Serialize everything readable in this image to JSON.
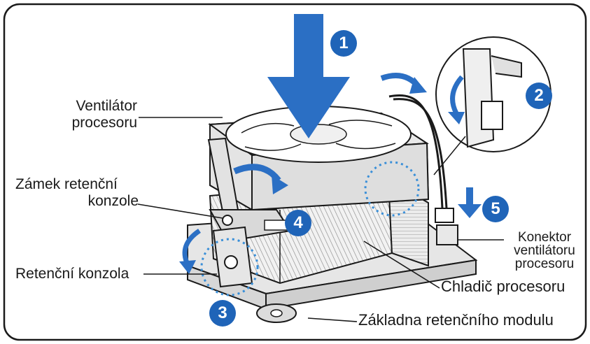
{
  "labels": {
    "cpu_fan": [
      "Ventilátor",
      "procesoru"
    ],
    "retention_lock": [
      "Zámek retenční",
      "konzole"
    ],
    "retention_bracket": "Retenční konzola",
    "fan_connector": [
      "Konektor",
      "ventilátoru",
      "procesoru"
    ],
    "heatsink": "Chladič procesoru",
    "module_base": "Základna retenčního modulu"
  },
  "steps": [
    "1",
    "2",
    "3",
    "4",
    "5"
  ],
  "colors": {
    "accent_blue": "#1f64b8",
    "arrow_blue": "#2b6fc4",
    "line": "#1a1a1a",
    "dotted": "#3a8fd8"
  }
}
